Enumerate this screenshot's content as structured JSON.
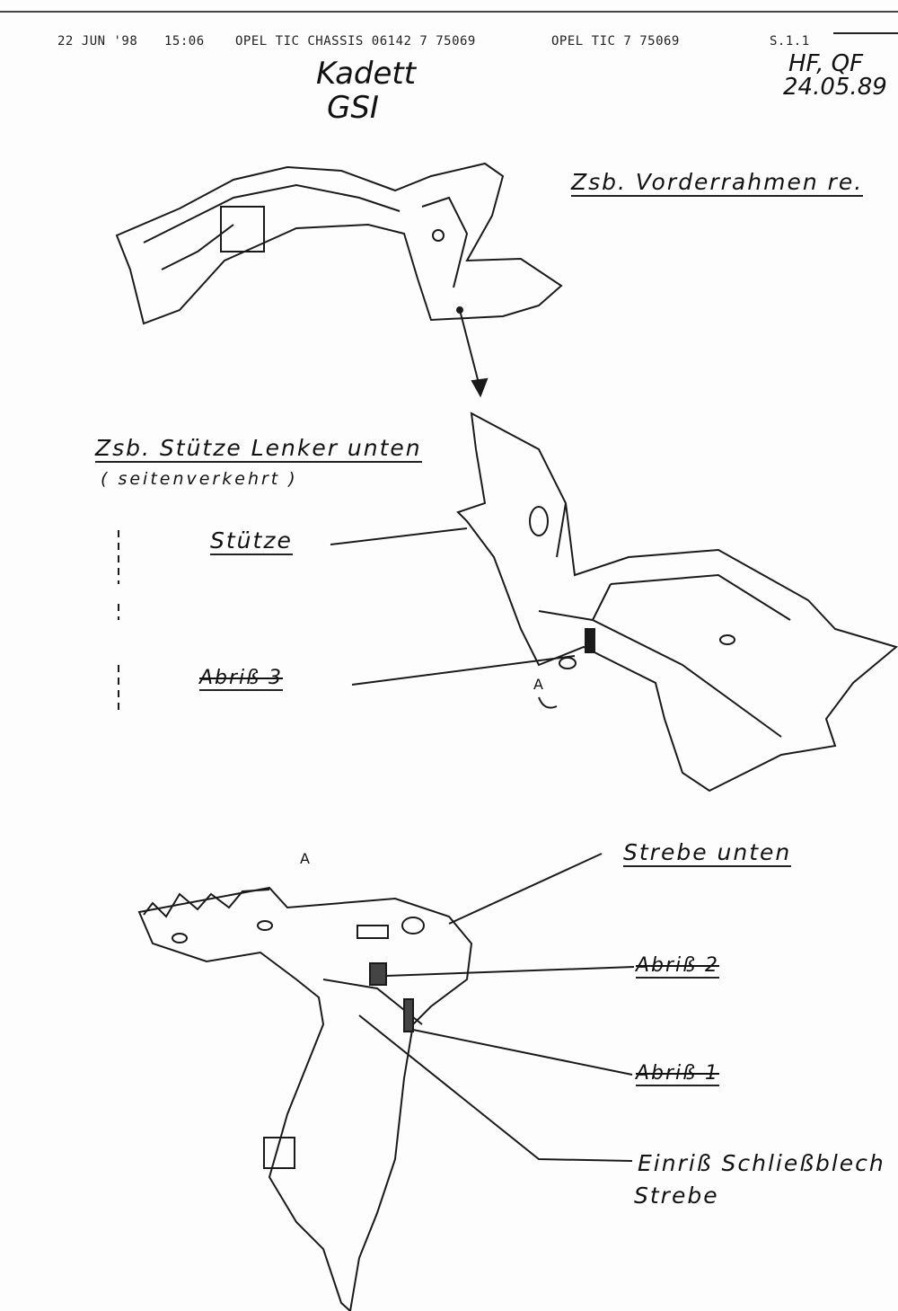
{
  "header": {
    "date": "22 JUN '98",
    "time": "15:06",
    "sender": "OPEL TIC CHASSIS 06142 7 75069",
    "recipient": "OPEL TIC 7 75069",
    "page": "S.1.1"
  },
  "handwritten": {
    "model_line1": "Kadett",
    "model_line2": "GSI",
    "initials": "HF, QF",
    "date": "24.05.89"
  },
  "labels": {
    "front_frame": "Zsb. Vorderrahmen re.",
    "support_assembly": "Zsb. Stütze Lenker unten",
    "mirrored": "( seitenverkehrt )",
    "support": "Stütze",
    "tear3": "Abriß 3",
    "view_a_top": "A",
    "view_a_bottom": "A",
    "strut_lower": "Strebe unten",
    "tear2": "Abriß 2",
    "tear1": "Abriß 1",
    "crack_line1": "Einriß Schließblech",
    "crack_line2": "Strebe"
  }
}
